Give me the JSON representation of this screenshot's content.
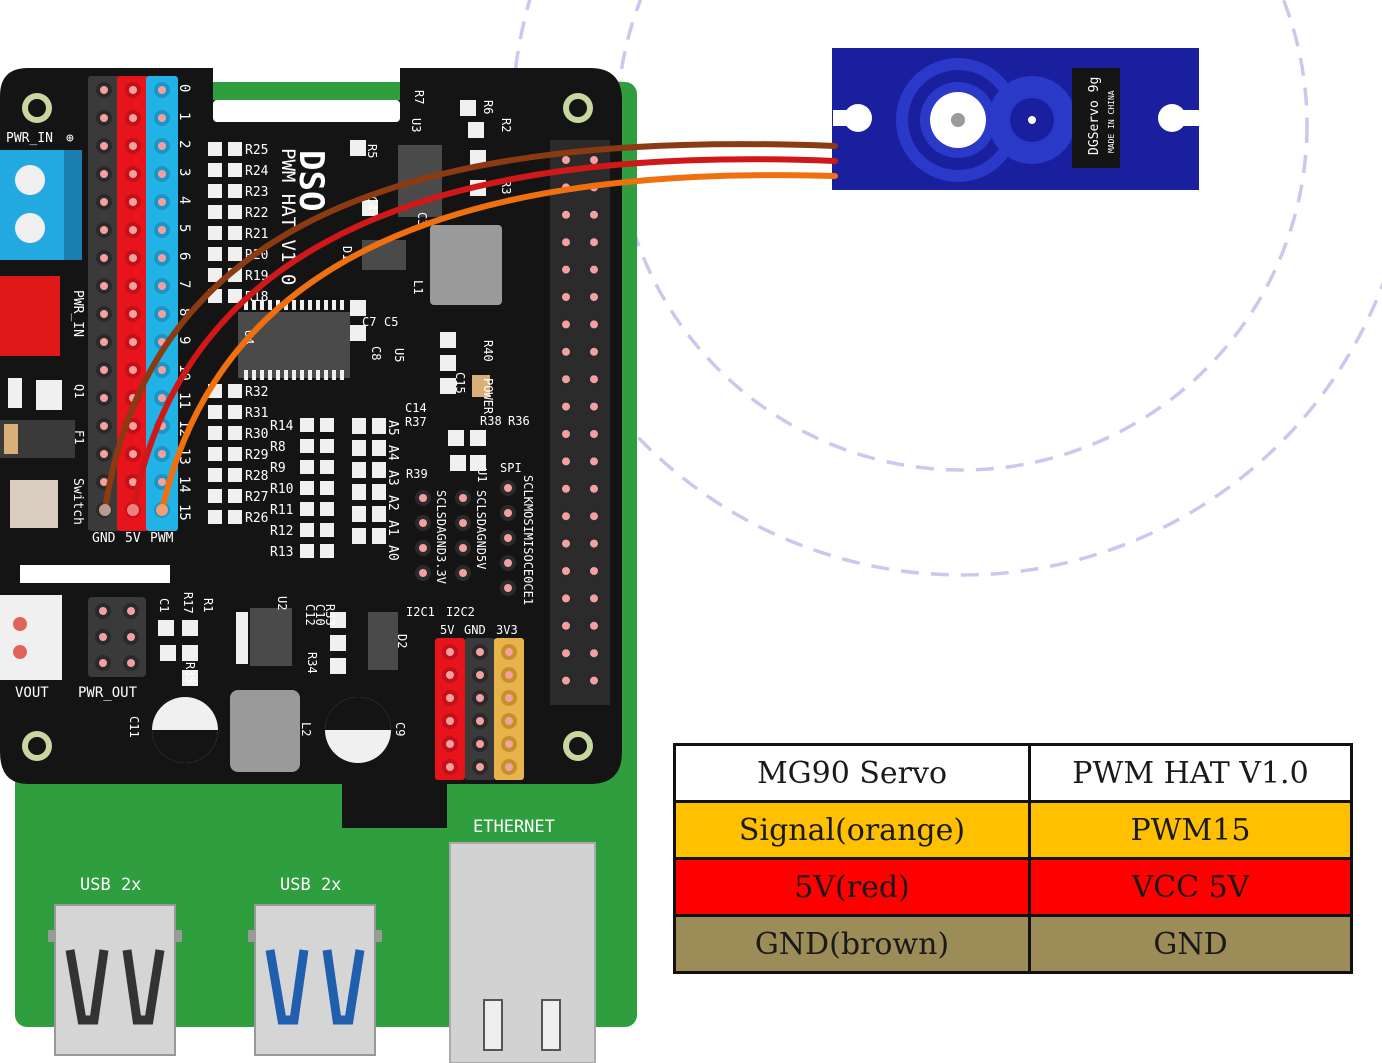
{
  "colors": {
    "pcb_green": "#2e9e3e",
    "hat_black": "#141414",
    "header_red": "#e8141c",
    "header_blue": "#22b3e6",
    "header_gold": "#e8b34a",
    "servo_blue": "#1a1f9e",
    "wire_brown": "#8b3a12",
    "wire_red": "#d01818",
    "wire_orange": "#f07010",
    "row_signal": "#ffc000",
    "row_5v": "#ff0000",
    "row_gnd": "#9c8c57",
    "dash_circle": "#c9c9f0"
  },
  "hat": {
    "pwr_in_label": "PWR_IN",
    "pwr_in_label2": "PWR_IN",
    "pwr_out_label": "PWR_OUT",
    "vout_label": "VOUT",
    "switch_label": "Switch",
    "brand": "DSO",
    "board_name": "PWM HAT V1.0",
    "column_labels": [
      "GND",
      "5V",
      "PWM"
    ],
    "channel_numbers": [
      "0",
      "1",
      "2",
      "3",
      "4",
      "5",
      "6",
      "7",
      "8",
      "9",
      "10",
      "11",
      "12",
      "13",
      "14",
      "15"
    ],
    "resistor_labels_left": [
      "R25",
      "R24",
      "R23",
      "R22",
      "R21",
      "R20",
      "R19",
      "R18"
    ],
    "resistor_labels_mid": [
      "R32",
      "R31",
      "R30",
      "R29",
      "R28",
      "R27",
      "R26"
    ],
    "resistor_labels_right": [
      "R14",
      "R8",
      "R9",
      "R10",
      "R11",
      "R12",
      "R13"
    ],
    "ic_labels": [
      "U3",
      "U4",
      "U5",
      "U1",
      "U2",
      "D1",
      "D2",
      "L1",
      "L2",
      "Q1",
      "F1"
    ],
    "cap_labels": [
      "C1",
      "C3",
      "C4",
      "C5",
      "C7",
      "C8",
      "C9",
      "C10",
      "C11",
      "C12",
      "C14",
      "C15"
    ],
    "misc_labels": [
      "R5",
      "R6",
      "R7",
      "R2",
      "R3",
      "R17",
      "R1",
      "R35",
      "R34",
      "R33",
      "R36",
      "R37",
      "R38",
      "R39",
      "R40",
      "POWER",
      "SPI"
    ],
    "analog_labels": [
      "A5",
      "A4",
      "A3",
      "A2",
      "A1",
      "A0"
    ],
    "i2c1_pins": [
      "SCL",
      "SDA",
      "GND",
      "3.3V"
    ],
    "i2c2_pins": [
      "SCL",
      "SDA",
      "GND",
      "5V"
    ],
    "spi_pins": [
      "SCLK",
      "MOSI",
      "MISO",
      "CE0",
      "CE1"
    ],
    "i2c1_label": "I2C1",
    "i2c2_label": "I2C2",
    "power_header_labels": [
      "5V",
      "GND",
      "3V3"
    ]
  },
  "pi": {
    "usb1_label": "USB 2x",
    "usb2_label": "USB 2x",
    "ethernet_label": "ETHERNET"
  },
  "servo": {
    "name": "DGServo 9g",
    "origin": "MADE IN CHINA"
  },
  "table": {
    "header": [
      "MG90 Servo",
      "PWM HAT V1.0"
    ],
    "rows": [
      {
        "servo": "Signal(orange)",
        "hat": "PWM15"
      },
      {
        "servo": "5V(red)",
        "hat": "VCC 5V"
      },
      {
        "servo": "GND(brown)",
        "hat": "GND"
      }
    ]
  }
}
